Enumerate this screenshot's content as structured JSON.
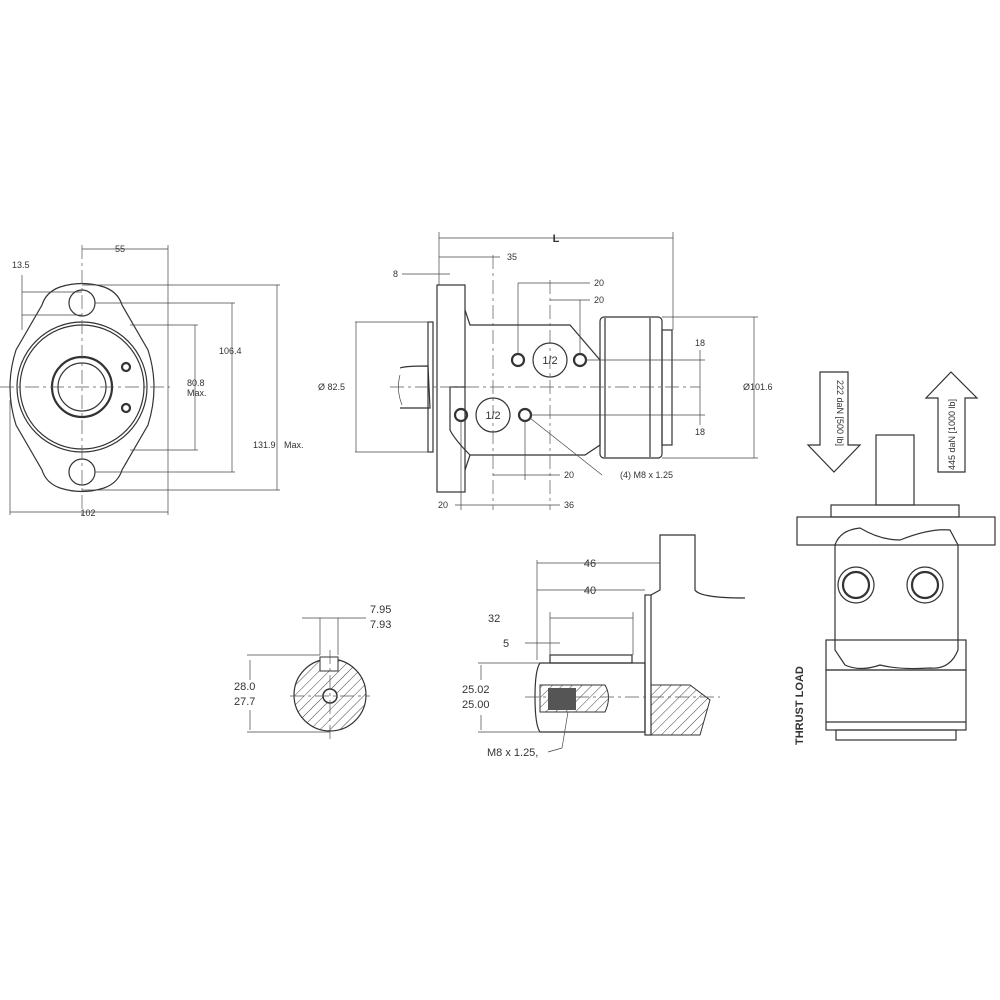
{
  "front_view": {
    "dims": {
      "d55": "55",
      "d13_5": "13.5",
      "d106_4": "106.4",
      "d80_8": "80.8",
      "d80_8_note": "Max.",
      "d131_9": "131.9",
      "d131_9_note": "Max.",
      "d102": "102"
    }
  },
  "side_view": {
    "dims": {
      "L": "L",
      "d35": "35",
      "d8": "8",
      "d20_a": "20",
      "d20_b": "20",
      "d20_c": "20",
      "d20_d": "20",
      "d36": "36",
      "d18_top": "18",
      "d18_bottom": "18",
      "dia82_5": "Ø 82.5",
      "dia101_6": "Ø101.6",
      "thread": "(4) M8 x 1.25"
    },
    "ports": {
      "upper": "1/2",
      "lower": "1/2"
    }
  },
  "thrust_view": {
    "title": "THRUST LOAD",
    "down_load": "222 daN [500 lb]",
    "up_load": "445 daN [1000 lb]"
  },
  "shaft_section": {
    "key_width_max": "7.95",
    "key_width_min": "7.93",
    "height_max": "28.0",
    "height_min": "27.7"
  },
  "shaft_side": {
    "d46": "46",
    "d40": "40",
    "d32": "32",
    "d5": "5",
    "dia_max": "25.02",
    "dia_min": "25.00",
    "thread": "M8 x 1.25,"
  }
}
